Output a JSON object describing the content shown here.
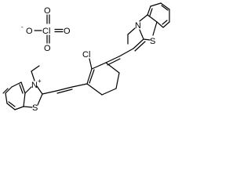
{
  "colors": {
    "bond": "#000000",
    "background": "#ffffff"
  },
  "perchlorate": {
    "o_top": "O",
    "o_left": "O",
    "o_left_charge": "-",
    "cl": "Cl",
    "o_right": "O",
    "o_bottom": "O"
  },
  "chlorine_substituent": "Cl",
  "cation_benzothiazolium": {
    "n": "N",
    "n_charge": "+",
    "s": "S"
  },
  "neutral_benzothiazole": {
    "n": "N",
    "s": "S"
  }
}
